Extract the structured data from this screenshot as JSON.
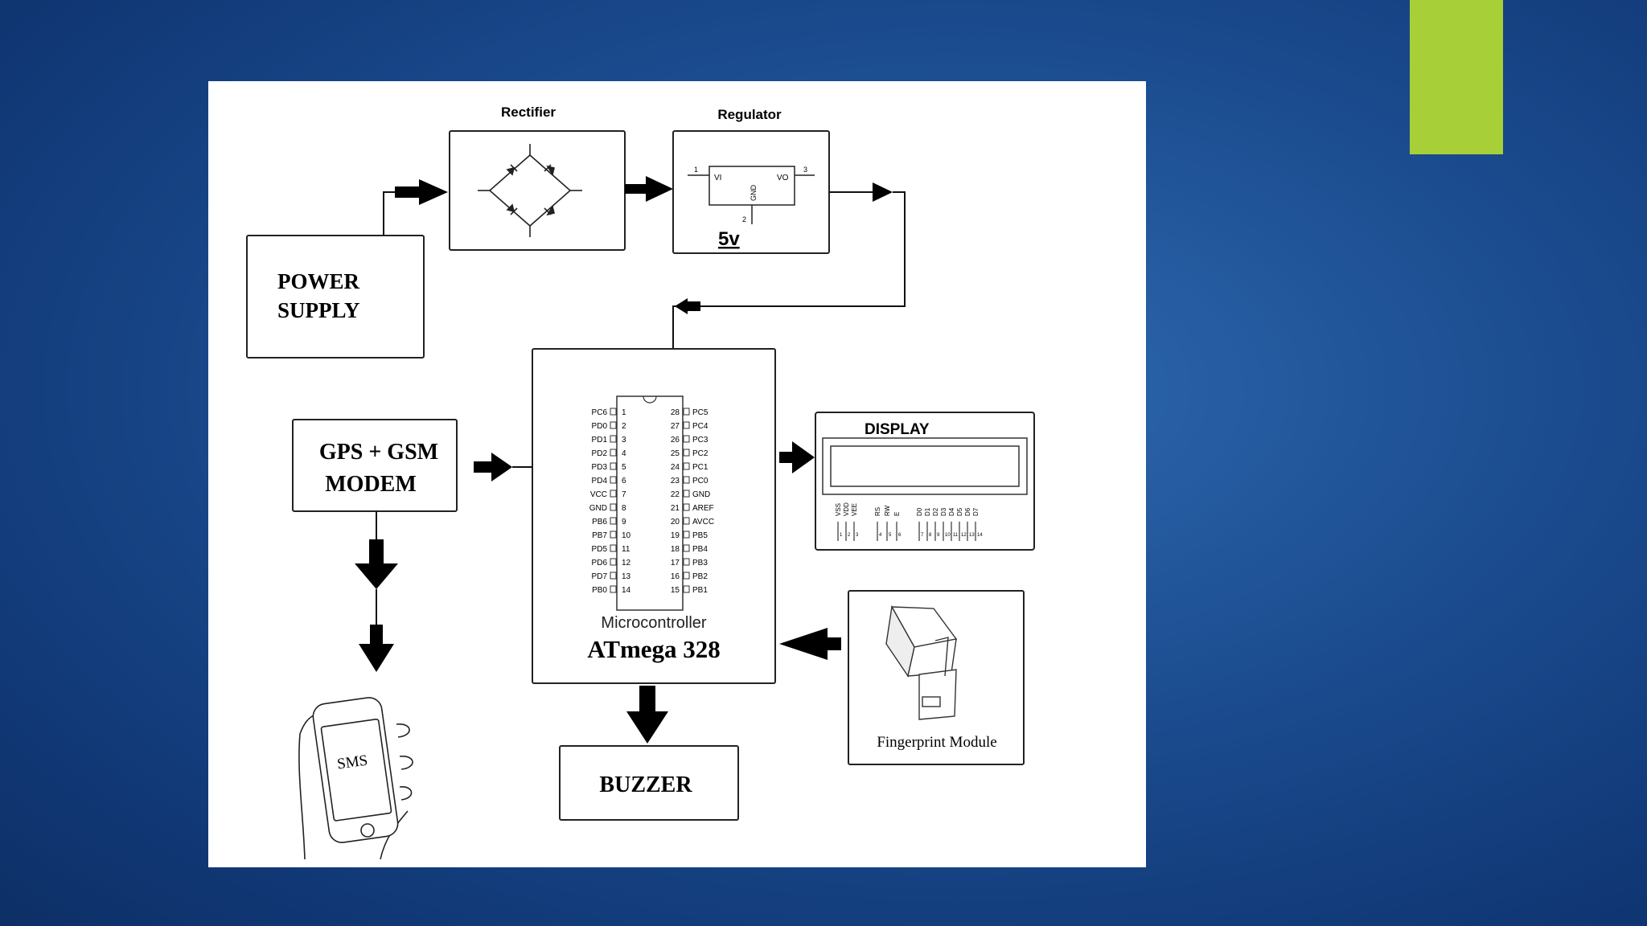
{
  "slide": {
    "accent_color": "#a7cf38",
    "background_color": "#1d4f93"
  },
  "diagram": {
    "rectifier": "Rectifier",
    "regulator": "Regulator",
    "regulator_vi": "VI",
    "regulator_vo": "VO",
    "regulator_gnd": "GND",
    "regulator_pin1": "1",
    "regulator_pin2": "2",
    "regulator_pin3": "3",
    "regulator_voltage": "5v",
    "power_supply_line1": "POWER",
    "power_supply_line2": "SUPPLY",
    "gps_line1": "GPS + GSM",
    "gps_line2": "MODEM",
    "display": "DISPLAY",
    "display_pins": [
      "VSS",
      "VDD",
      "VEE",
      "RS",
      "RW",
      "E",
      "D0",
      "D1",
      "D2",
      "D3",
      "D4",
      "D5",
      "D6",
      "D7"
    ],
    "display_pin_numbers": [
      "1",
      "2",
      "3",
      "4",
      "5",
      "6",
      "7",
      "8",
      "9",
      "10",
      "11",
      "12",
      "13",
      "14"
    ],
    "mcu_left_pins": [
      "PC6",
      "PD0",
      "PD1",
      "PD2",
      "PD3",
      "PD4",
      "VCC",
      "GND",
      "PB6",
      "PB7",
      "PD5",
      "PD6",
      "PD7",
      "PB0"
    ],
    "mcu_left_numbers": [
      "1",
      "2",
      "3",
      "4",
      "5",
      "6",
      "7",
      "8",
      "9",
      "10",
      "11",
      "12",
      "13",
      "14"
    ],
    "mcu_right_pins": [
      "PC5",
      "PC4",
      "PC3",
      "PC2",
      "PC1",
      "PC0",
      "GND",
      "AREF",
      "AVCC",
      "PB5",
      "PB4",
      "PB3",
      "PB2",
      "PB1"
    ],
    "mcu_right_numbers": [
      "28",
      "27",
      "26",
      "25",
      "24",
      "23",
      "22",
      "21",
      "20",
      "19",
      "18",
      "17",
      "16",
      "15"
    ],
    "mcu_label": "Microcontroller",
    "mcu_name": "ATmega 328",
    "buzzer": "BUZZER",
    "fingerprint": "Fingerprint Module",
    "sms": "SMS"
  }
}
